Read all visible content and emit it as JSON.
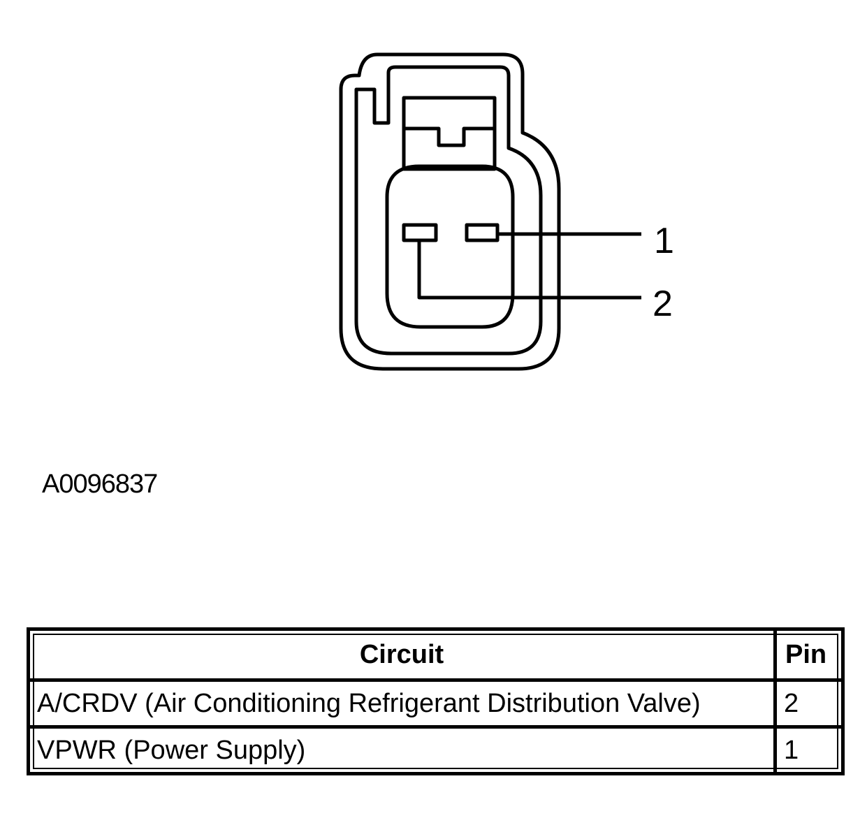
{
  "diagram": {
    "pin_labels": [
      "1",
      "2"
    ],
    "figure_id": "A0096837"
  },
  "table": {
    "headers": [
      "Circuit",
      "Pin"
    ],
    "rows": [
      {
        "circuit": "A/CRDV (Air Conditioning Refrigerant Distribution Valve)",
        "pin": "2"
      },
      {
        "circuit": "VPWR (Power Supply)",
        "pin": "1"
      }
    ]
  }
}
